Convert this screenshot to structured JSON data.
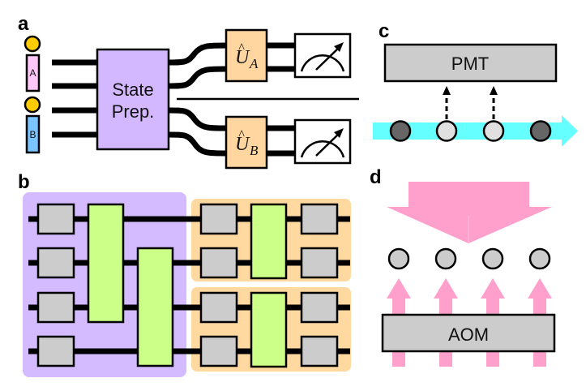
{
  "panels": {
    "a": {
      "label": "a",
      "qubit_a_label": "A",
      "qubit_b_label": "B",
      "state_prep_line1": "State",
      "state_prep_line2": "Prep.",
      "unitary_a_symbol": "U",
      "unitary_a_subscript": "A",
      "unitary_a_hat": "^",
      "unitary_b_symbol": "U",
      "unitary_b_subscript": "B",
      "unitary_b_hat": "^"
    },
    "b": {
      "label": "b"
    },
    "c": {
      "label": "c",
      "detector_label": "PMT",
      "ions": [
        "dark",
        "bright",
        "bright",
        "dark"
      ]
    },
    "d": {
      "label": "d",
      "modulator_label": "AOM",
      "ion_count": 4
    }
  },
  "colors": {
    "qubit_a": "#ffc8f8",
    "qubit_b": "#7cc4ff",
    "qubit_dot": "#ffcc00",
    "state_prep": "#d4b8ff",
    "unitary": "#ffd6a0",
    "purple_panel": "#d4bbff",
    "orange_panel": "#ffd9a0",
    "gray_gate": "#cccccc",
    "green_gate": "#ccff88",
    "cyan_beam": "#66ffff",
    "pink_beam": "#ffa0cc",
    "dark_ion": "#666666",
    "bright_ion": "#e0e0e0",
    "gray_ion": "#cccccc"
  }
}
